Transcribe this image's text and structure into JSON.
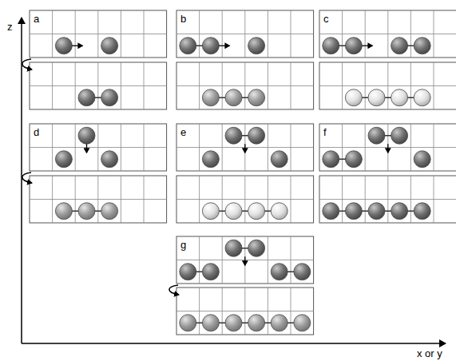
{
  "diagram": {
    "labels": [
      "a",
      "b",
      "c",
      "d",
      "e",
      "f",
      "g",
      "z",
      "x or y"
    ]
  }
}
